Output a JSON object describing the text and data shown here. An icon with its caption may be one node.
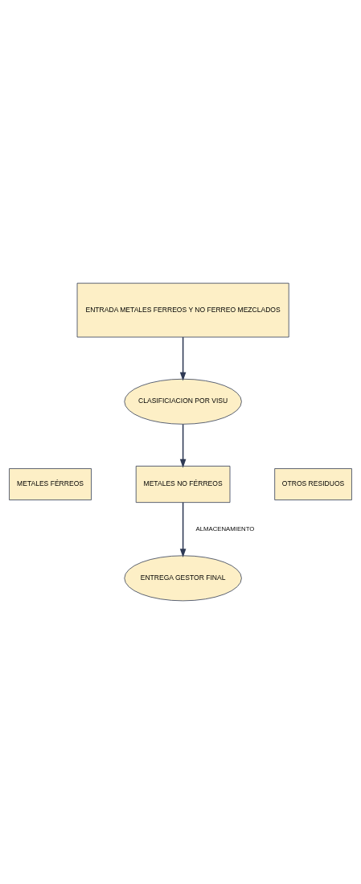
{
  "diagram": {
    "nodes": [
      {
        "text": [
          "ENTRADA METALES FERREOS Y NO FERREO MEZCLADOS"
        ]
      },
      {
        "text": [
          "CLASIFICIACION POR VISU"
        ]
      },
      {
        "text": [
          "METALES FÉRREOS"
        ]
      },
      {
        "text": [
          "METALES NO FÉRREOS"
        ]
      },
      {
        "text": [
          "OTROS RESIDUOS"
        ]
      },
      {
        "text": [
          "ENTREGA GESTOR FINAL"
        ]
      }
    ],
    "edges": [
      {
        "from": 0,
        "to": 1,
        "arrow": "to"
      },
      {
        "from": 1,
        "to": 3,
        "arrow": "to"
      },
      {
        "from": 3,
        "to": 5,
        "arrow": "to",
        "label": "ALMACENAMIENTO"
      }
    ]
  }
}
